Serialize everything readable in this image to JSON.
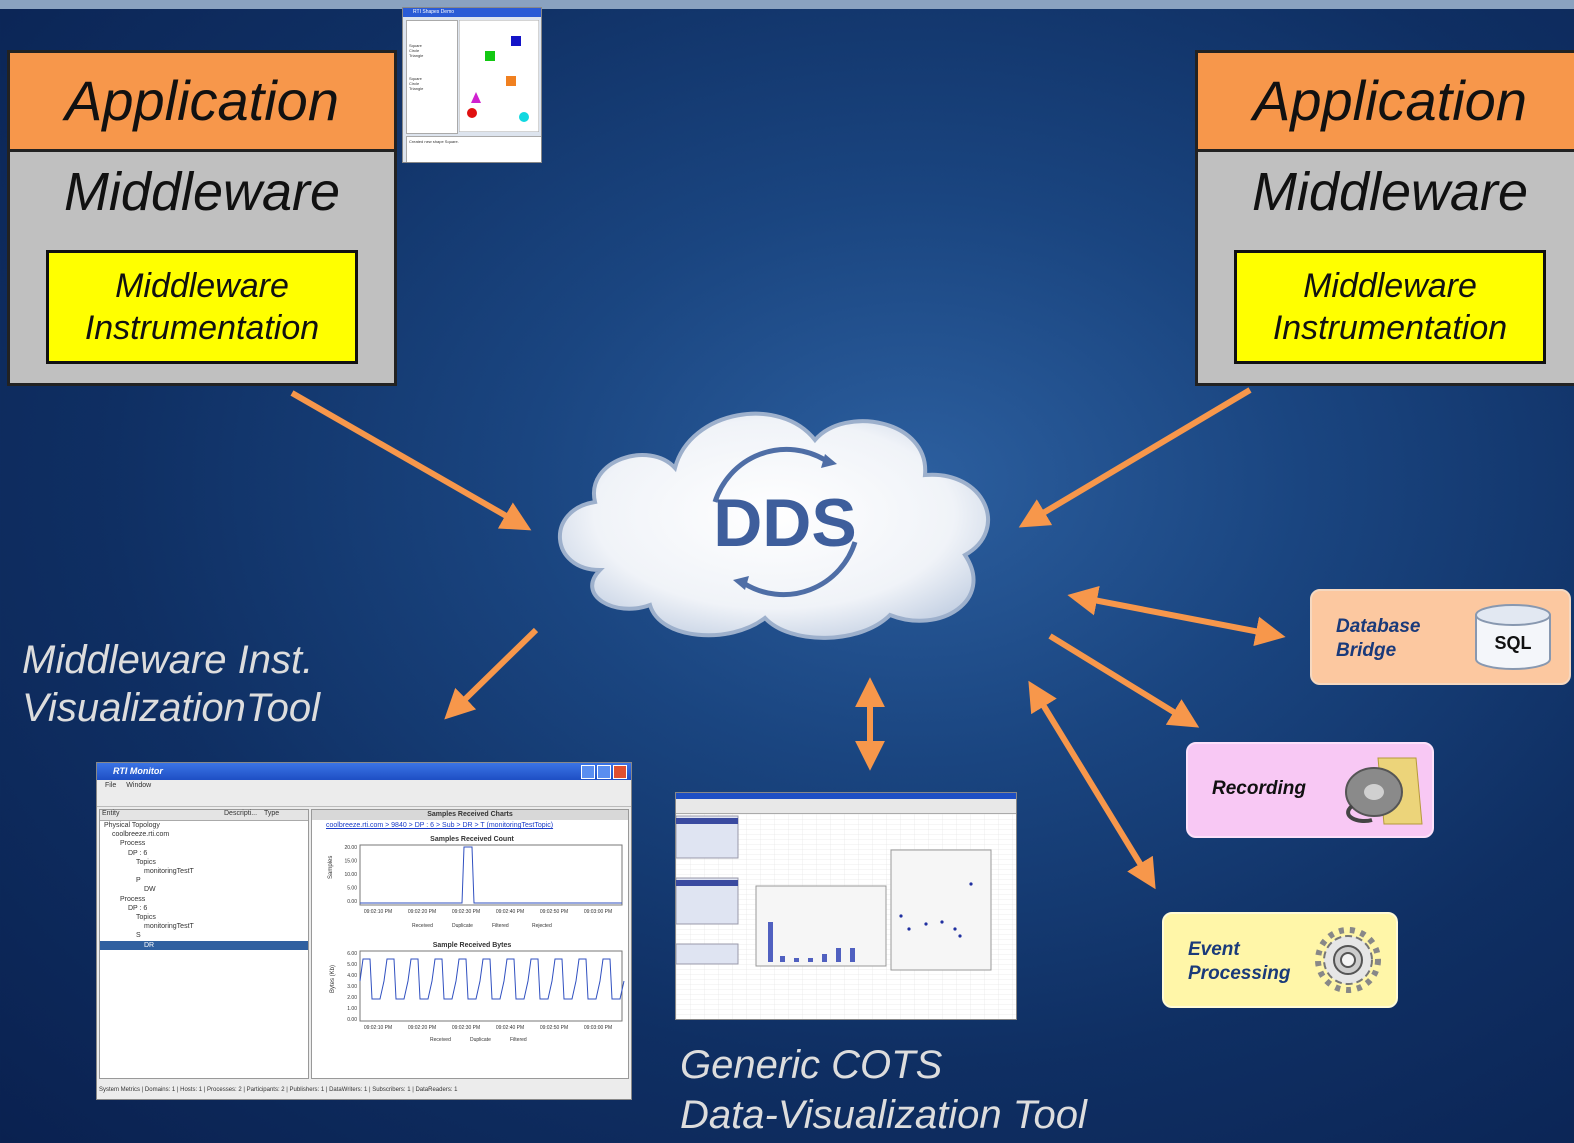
{
  "left_stack": {
    "application": "Application",
    "middleware": "Middleware",
    "instrumentation_line1": "Middleware",
    "instrumentation_line2": "Instrumentation"
  },
  "right_stack": {
    "application": "Application",
    "middleware": "Middleware",
    "instrumentation_line1": "Middleware",
    "instrumentation_line2": "Instrumentation"
  },
  "cloud": {
    "label": "DDS"
  },
  "captions": {
    "mw_tool_line1": "Middleware Inst.",
    "mw_tool_line2": "VisualizationTool",
    "cots_line1": "Generic COTS",
    "cots_line2": "Data-Visualization Tool"
  },
  "database_bridge": {
    "line1": "Database",
    "line2": "Bridge",
    "icon_label": "SQL"
  },
  "recording": {
    "label": "Recording"
  },
  "event_processing": {
    "line1": "Event",
    "line2": "Processing"
  },
  "rti_monitor": {
    "title": "RTI Monitor",
    "menu": [
      "File",
      "Window"
    ],
    "columns": [
      "Entity",
      "Descripti...",
      "Type"
    ],
    "tree": [
      "Physical Topology",
      "coolbreeze.rti.com",
      "Process",
      "DP : 6",
      "Topics",
      "monitoringTestT",
      "P",
      "DW",
      "Process",
      "DP : 6",
      "Topics",
      "monitoringTestT",
      "S",
      "DR"
    ],
    "chart_panel_title": "Samples Received Charts",
    "breadcrumb": "coolbreeze.rti.com > 9840 > DP : 6 > Sub > DR > T (monitoringTestTopic)",
    "chart1_title": "Samples Received Count",
    "chart1_ylabel": "Samples",
    "chart1_yticks": [
      "20.00",
      "15.00",
      "10.00",
      "5.00",
      "0.00"
    ],
    "chart2_title": "Sample Received Bytes",
    "chart2_ylabel": "Bytes (Kb)",
    "chart2_yticks": [
      "6.00",
      "5.00",
      "4.00",
      "3.00",
      "2.00",
      "1.00",
      "0.00"
    ],
    "xticks": [
      "09:02:10 PM",
      "09:02:20 PM",
      "09:02:30 PM",
      "09:02:40 PM",
      "09:02:50 PM",
      "09:03:00 PM"
    ],
    "legend1": [
      "Received",
      "Duplicate",
      "Filtered",
      "Rejected"
    ],
    "legend2": [
      "Received",
      "Duplicate",
      "Filtered"
    ],
    "status": "System Metrics | Domains: 1 | Hosts: 1 | Processes: 2 | Participants: 2 | Publishers: 1 | DataWriters: 1 | Subscribers: 1 | DataReaders: 1"
  },
  "shapes_demo": {
    "title": "RTI Shapes Demo",
    "publish_items": [
      "Square",
      "Circle",
      "Triangle"
    ],
    "subscribe_items": [
      "Square",
      "Circle",
      "Triangle"
    ],
    "output_text": "Created new shape Square."
  },
  "colors": {
    "arrow": "#f7974b",
    "application": "#f7974b",
    "middleware": "#c0c0c0",
    "instrumentation": "#ffff00"
  }
}
